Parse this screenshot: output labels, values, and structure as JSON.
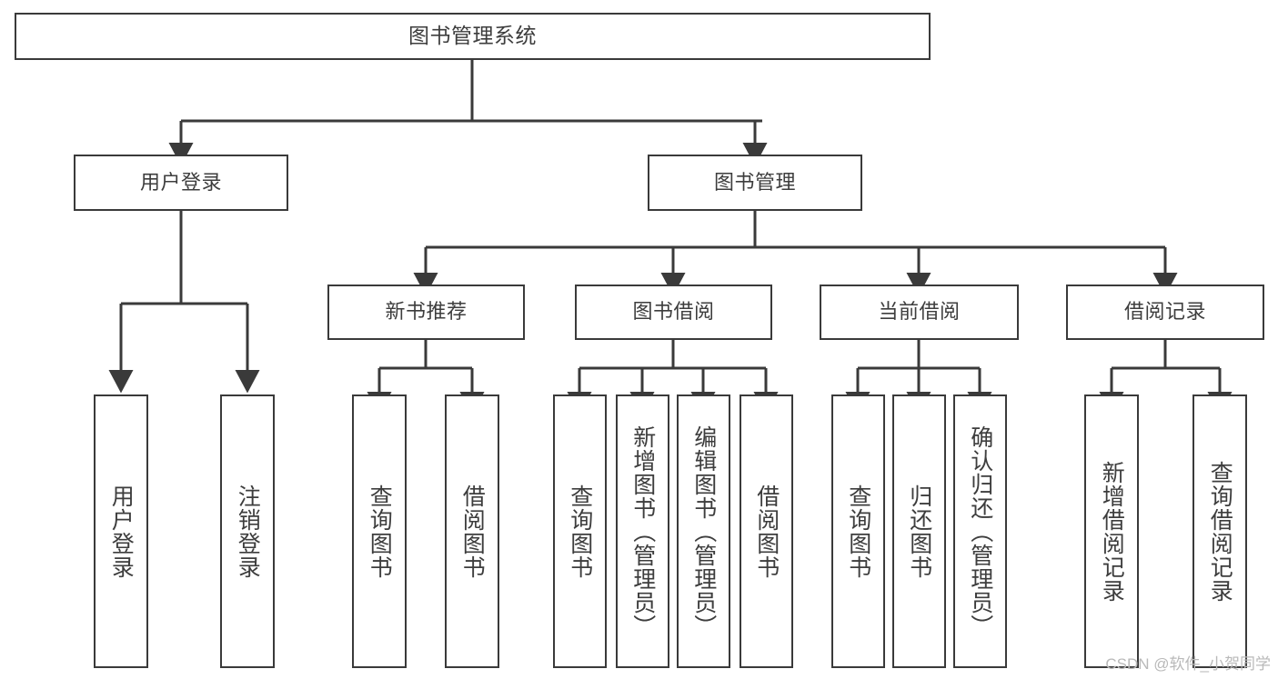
{
  "diagram": {
    "title": "图书管理系统",
    "watermark": "CSDN @软件_小贺同学",
    "stroke_color": "#3a3a3a",
    "text_color": "#3d3d3d",
    "background_color": "#ffffff",
    "nodes": {
      "root": {
        "label": "图书管理系统"
      },
      "level2": [
        {
          "key": "user_login",
          "label": "用户登录"
        },
        {
          "key": "book_manage",
          "label": "图书管理"
        }
      ],
      "level3": [
        {
          "key": "new_book_rec",
          "label": "新书推荐"
        },
        {
          "key": "book_borrow",
          "label": "图书借阅"
        },
        {
          "key": "current_borrow",
          "label": "当前借阅"
        },
        {
          "key": "borrow_record",
          "label": "借阅记录"
        }
      ],
      "leaves": {
        "user_login": [
          {
            "key": "leaf-user-login",
            "label": "用户登录"
          },
          {
            "key": "leaf-logout-login",
            "label": "注销登录"
          }
        ],
        "new_book_rec": [
          {
            "key": "leaf-query-book-1",
            "label": "查询图书"
          },
          {
            "key": "leaf-borrow-book-1",
            "label": "借阅图书"
          }
        ],
        "book_borrow": [
          {
            "key": "leaf-query-book-2",
            "label": "查询图书"
          },
          {
            "key": "leaf-add-book",
            "label": "新增图书（管理员）"
          },
          {
            "key": "leaf-edit-book",
            "label": "编辑图书（管理员）"
          },
          {
            "key": "leaf-borrow-book-2",
            "label": "借阅图书"
          }
        ],
        "current_borrow": [
          {
            "key": "leaf-query-book-3",
            "label": "查询图书"
          },
          {
            "key": "leaf-return-book",
            "label": "归还图书"
          },
          {
            "key": "leaf-confirm-return",
            "label": "确认归还（管理员）"
          }
        ],
        "borrow_record": [
          {
            "key": "leaf-add-record",
            "label": "新增借阅记录"
          },
          {
            "key": "leaf-query-record",
            "label": "查询借阅记录"
          }
        ]
      }
    }
  }
}
